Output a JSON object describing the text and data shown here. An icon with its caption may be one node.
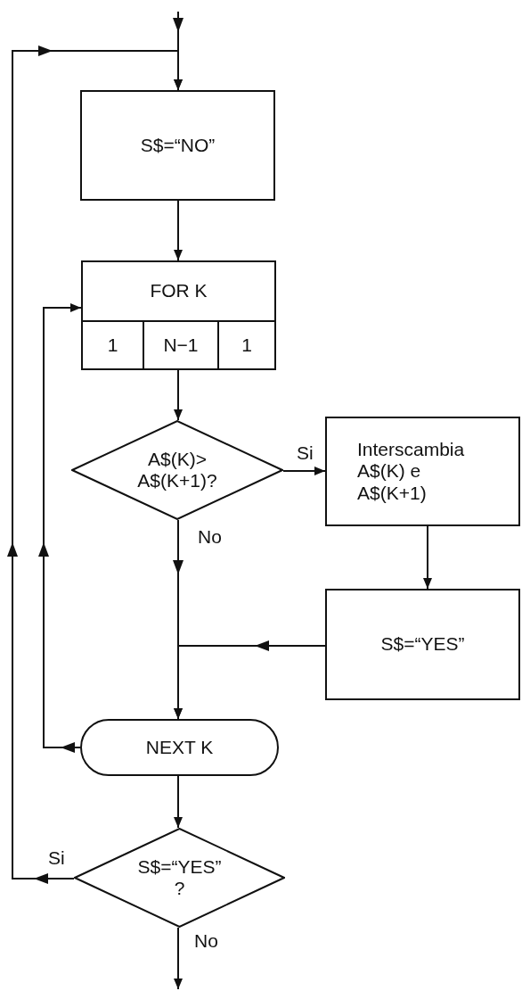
{
  "diagram": {
    "nodes": [
      {
        "text": [
          "S$=“NO”"
        ]
      },
      {
        "text": [
          "FOR K"
        ]
      },
      {
        "text": [
          "1"
        ],
        "in": 1
      },
      {
        "text": [
          "N−1"
        ],
        "in": 1
      },
      {
        "text": [
          "1"
        ],
        "in": 1
      },
      {
        "text": [
          "A$(K)> A$(K+1)?"
        ]
      },
      {
        "text": [
          "Interscambia A$(K) e A$(K+1)"
        ]
      },
      {
        "text": [
          "S$=“YES”"
        ]
      },
      {
        "text": [
          "NEXT K"
        ]
      },
      {
        "text": [
          "S$=“YES” ?"
        ]
      }
    ],
    "edges": [
      {
        "from": null,
        "to": 0,
        "arrow": "to"
      },
      {
        "from": 0,
        "to": 1,
        "arrow": "to"
      },
      {
        "from": 1,
        "to": 5,
        "arrow": "to"
      },
      {
        "from": 5,
        "to": 6,
        "arrow": "to",
        "label": "Si"
      },
      {
        "from": 6,
        "to": 7,
        "arrow": "to"
      },
      {
        "from": 5,
        "to": 8,
        "arrow": "to",
        "label": "No"
      },
      {
        "from": 7,
        "to": 8,
        "arrow": "to"
      },
      {
        "from": 8,
        "to": 1,
        "arrow": "to"
      },
      {
        "from": 8,
        "to": 9,
        "arrow": "to"
      },
      {
        "from": 9,
        "to": 0,
        "arrow": "to",
        "label": "Si"
      },
      {
        "from": 9,
        "to": null,
        "arrow": "to",
        "label": "No"
      }
    ]
  }
}
